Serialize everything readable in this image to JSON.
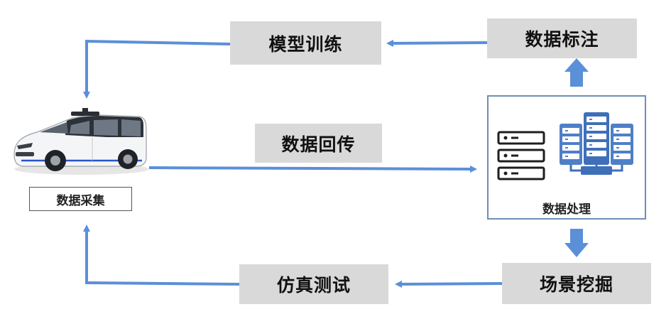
{
  "nodes": {
    "train": "模型训练",
    "label": "数据标注",
    "return": "数据回传",
    "collect": "数据采集",
    "process": "数据处理",
    "mine": "场景挖掘",
    "simulate": "仿真测试"
  },
  "colors": {
    "arrow": "#5b8fd8",
    "box_fill": "#d9d9d9",
    "panel_border": "#6e8fb5",
    "server_blue": "#4f7fc7"
  },
  "icons": {
    "vehicle": "autonomous-van-icon",
    "server_outline": "server-rack-outline-icon",
    "server_cluster": "server-cluster-icon"
  }
}
